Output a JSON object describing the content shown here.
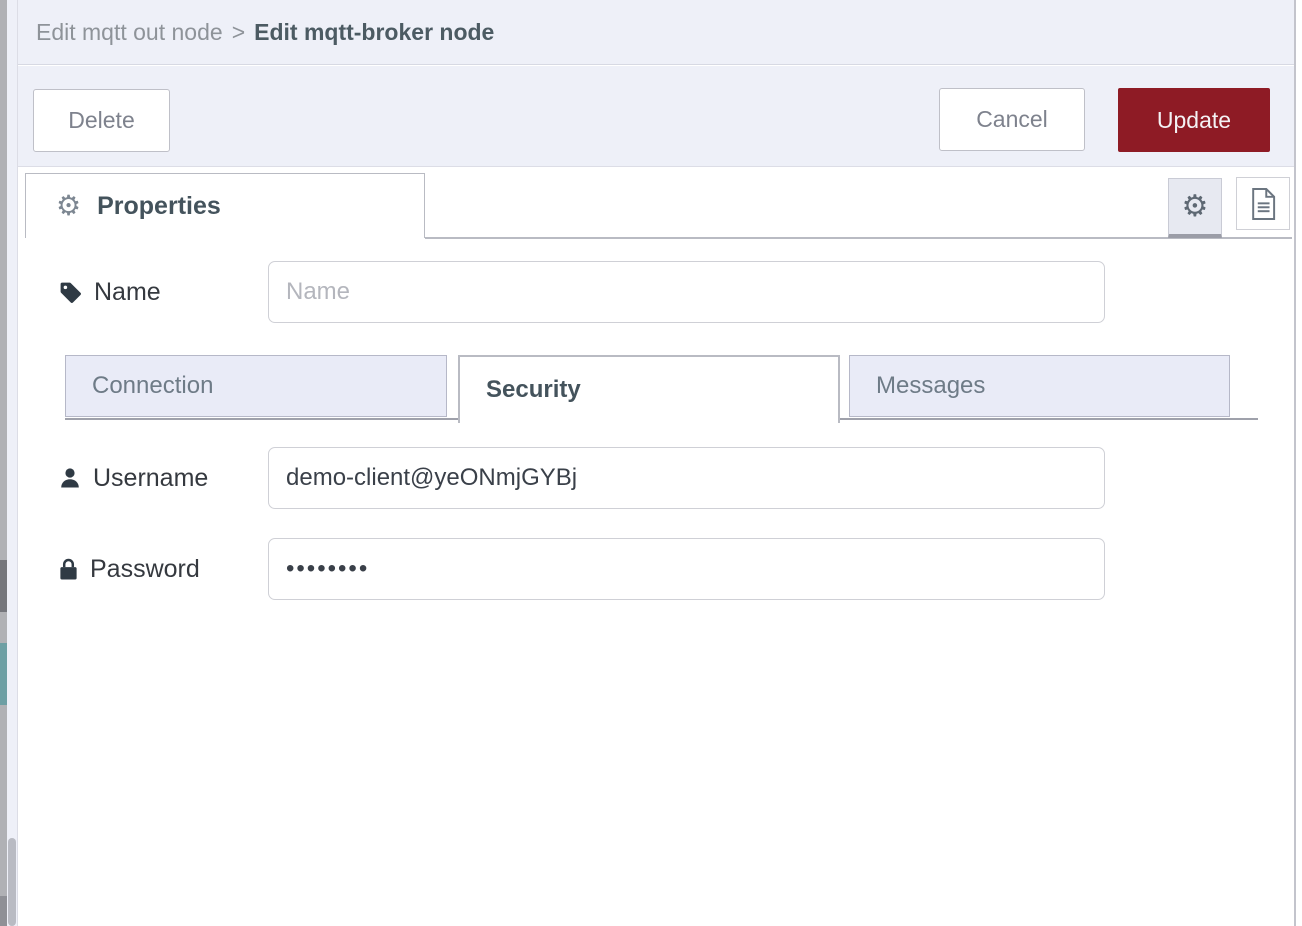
{
  "breadcrumb": {
    "parent": "Edit mqtt out node",
    "separator": ">",
    "current": "Edit mqtt-broker node"
  },
  "toolbar": {
    "delete_label": "Delete",
    "cancel_label": "Cancel",
    "update_label": "Update"
  },
  "panel": {
    "properties_tab_label": "Properties",
    "gear_glyph": "⚙",
    "icons": [
      "gear-icon",
      "file-icon"
    ]
  },
  "form": {
    "name": {
      "label": "Name",
      "placeholder": "Name",
      "value": ""
    },
    "tabs": [
      {
        "label": "Connection",
        "active": false
      },
      {
        "label": "Security",
        "active": true
      },
      {
        "label": "Messages",
        "active": false
      }
    ],
    "active_tab": "Security",
    "username": {
      "label": "Username",
      "value": "demo-client@yeONmjGYBj"
    },
    "password": {
      "label": "Password",
      "value": "••••••••"
    }
  },
  "colors": {
    "update_red": "#8e1b25",
    "header_bg": "#eef0f8",
    "inactive_tab_bg": "#e9ebf7",
    "teal_accent": "#6d9fa4",
    "border_gray": "#b9bbc3"
  }
}
